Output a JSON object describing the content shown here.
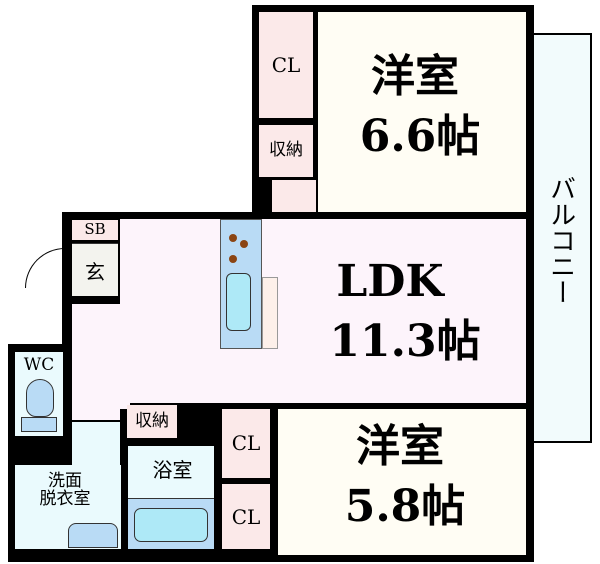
{
  "rooms": {
    "bedroom1": {
      "name": "洋室",
      "size": "6.6帖"
    },
    "ldk": {
      "name": "LDK",
      "size": "11.3帖"
    },
    "bedroom2": {
      "name": "洋室",
      "size": "5.8帖"
    },
    "balcony": "バルコニー",
    "closet_top": "CL",
    "storage_top": "収納",
    "shoe_box": "SB",
    "entrance": "玄",
    "wc": "WC",
    "storage_mid": "収納",
    "bath": "浴室",
    "washroom": "洗面\n脱衣室",
    "closet_b1": "CL",
    "closet_b2": "CL"
  },
  "colors": {
    "bedroom": "#fffdf4",
    "ldk": "#fdf4fb",
    "closet": "#fbe9e9",
    "wet": "#eafafd",
    "fixture": "#b9dbf5",
    "stove": "#8b4513"
  }
}
